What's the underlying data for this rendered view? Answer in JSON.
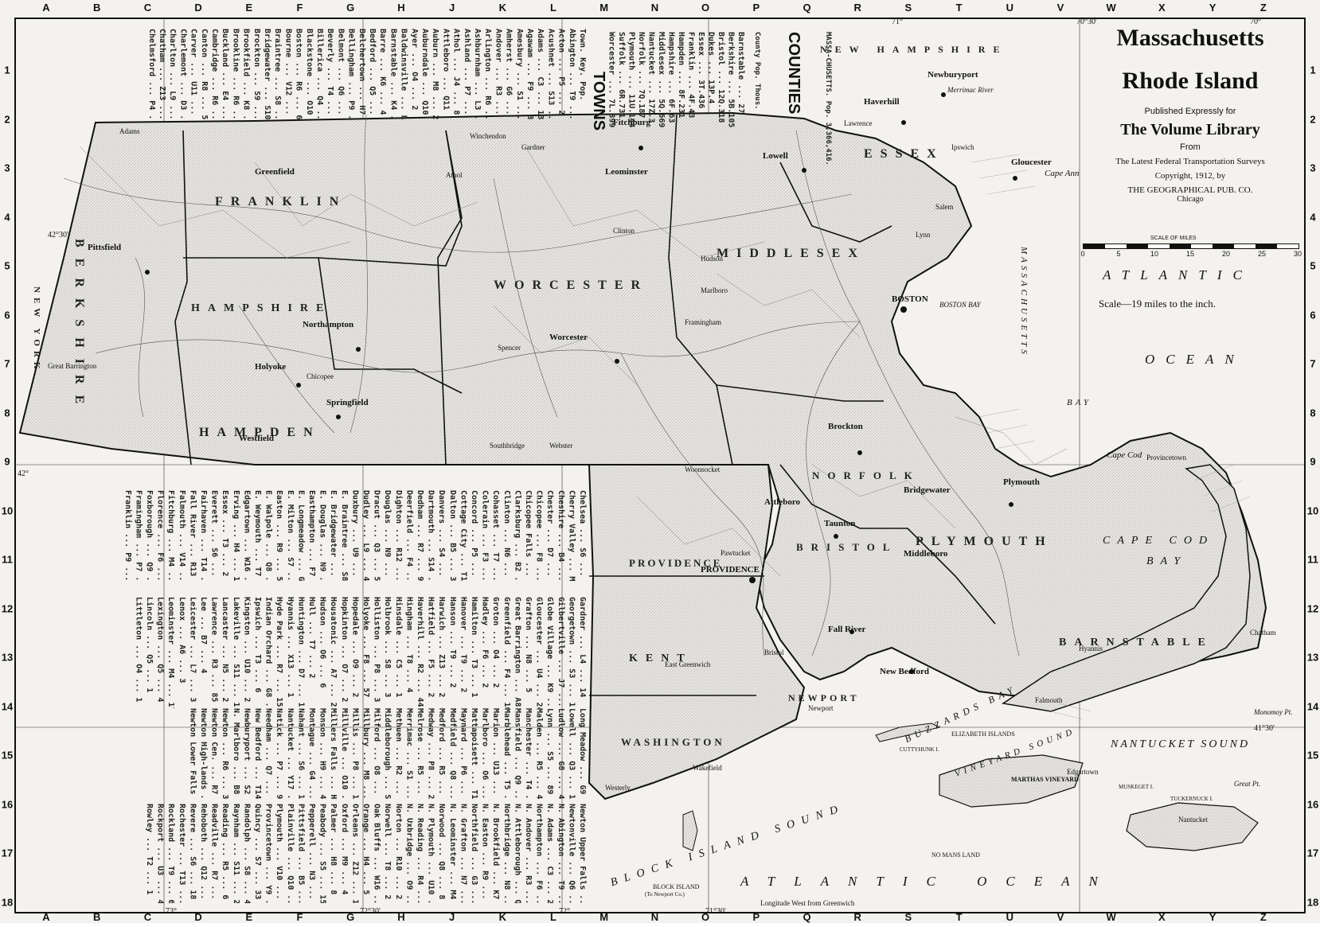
{
  "title": {
    "line1": "Massachusetts",
    "line2": "Rhode Island",
    "published": "Published Expressly for",
    "library": "The Volume Library",
    "from": "From",
    "source": "The Latest Federal Transportation Surveys",
    "copyright": "Copyright, 1912, by",
    "publisher": "THE GEOGRAPHICAL PUB. CO.",
    "city": "Chicago"
  },
  "scale": {
    "label": "SCALE OF MILES",
    "ticks": [
      "0",
      "5",
      "10",
      "15",
      "20",
      "25",
      "30"
    ],
    "text": "Scale—19 miles to the inch."
  },
  "grid": {
    "columns": [
      "A",
      "B",
      "C",
      "D",
      "E",
      "F",
      "G",
      "H",
      "J",
      "K",
      "L",
      "M",
      "N",
      "O",
      "P",
      "Q",
      "R",
      "S",
      "T",
      "U",
      "V",
      "W",
      "X",
      "Y",
      "Z"
    ],
    "rows": [
      "1",
      "2",
      "3",
      "4",
      "5",
      "6",
      "7",
      "8",
      "9",
      "10",
      "11",
      "12",
      "13",
      "14",
      "15",
      "16",
      "17",
      "18"
    ]
  },
  "water": {
    "atlantic_top": "ATLANTIC",
    "ocean_top": "OCEAN",
    "massachusetts_bay": "MASSACHUSETTS",
    "bay": "BAY",
    "cape_cod_bay_1": "CAPE COD",
    "cape_cod_bay_2": "BAY",
    "nantucket_sound": "NANTUCKET SOUND",
    "vineyard_sound": "VINEYARD SOUND",
    "buzzards_bay": "BUZZARDS BAY",
    "block_island_sound": "BLOCK ISLAND SOUND",
    "atlantic_bottom": "ATLANTIC OCEAN",
    "boston_bay": "BOSTON BAY"
  },
  "counties": {
    "essex": "ESSEX",
    "middlesex": "MIDDLESEX",
    "worcester": "WORCESTER",
    "hampshire": "HAMPSHIRE",
    "hampden": "HAMPDEN",
    "berkshire": "BERKSHIRE",
    "franklin": "FRANKLIN",
    "norfolk": "NORFOLK",
    "bristol": "BRISTOL",
    "plymouth": "PLYMOUTH",
    "barnstable": "BARNSTABLE",
    "providence": "PROVIDENCE",
    "kent": "KENT",
    "washington": "WASHINGTON",
    "newport": "NEWPORT",
    "new_york": "NEW YORK",
    "new_hampshire": "NEW HAMPSHIRE"
  },
  "cities": [
    {
      "name": "Pittsfield",
      "bold": true
    },
    {
      "name": "Springfield",
      "bold": true
    },
    {
      "name": "Worcester",
      "bold": true
    },
    {
      "name": "BOSTON",
      "bold": true
    },
    {
      "name": "Lowell",
      "bold": true
    },
    {
      "name": "Fitchburg",
      "bold": true
    },
    {
      "name": "Holyoke",
      "bold": true
    },
    {
      "name": "Northampton",
      "bold": true
    },
    {
      "name": "Fall River",
      "bold": true
    },
    {
      "name": "New Bedford",
      "bold": true
    },
    {
      "name": "Taunton",
      "bold": true
    },
    {
      "name": "Brockton",
      "bold": true
    },
    {
      "name": "PROVIDENCE",
      "bold": true
    },
    {
      "name": "Newburyport",
      "bold": true
    },
    {
      "name": "Haverhill",
      "bold": true
    },
    {
      "name": "Gloucester",
      "bold": true
    },
    {
      "name": "Plymouth",
      "bold": true
    },
    {
      "name": "Attleboro",
      "bold": true
    },
    {
      "name": "Greenfield",
      "bold": true
    },
    {
      "name": "Westfield",
      "bold": true
    },
    {
      "name": "Leominster",
      "bold": true
    },
    {
      "name": "Gardner",
      "bold": false
    },
    {
      "name": "Athol",
      "bold": false
    },
    {
      "name": "Winchendon",
      "bold": false
    },
    {
      "name": "Adams",
      "bold": false
    },
    {
      "name": "Great Barrington",
      "bold": false
    },
    {
      "name": "Middleboro",
      "bold": true
    },
    {
      "name": "Bridgewater",
      "bold": true
    },
    {
      "name": "Framingham",
      "bold": false
    },
    {
      "name": "Lawrence",
      "bold": false
    },
    {
      "name": "Salem",
      "bold": false
    },
    {
      "name": "Lynn",
      "bold": false
    },
    {
      "name": "Newport",
      "bold": false
    },
    {
      "name": "Woonsocket",
      "bold": false
    },
    {
      "name": "Pawtucket",
      "bold": false
    },
    {
      "name": "Webster",
      "bold": false
    },
    {
      "name": "Southbridge",
      "bold": false
    },
    {
      "name": "Spencer",
      "bold": false
    },
    {
      "name": "Chicopee",
      "bold": false
    },
    {
      "name": "Marlboro",
      "bold": false
    },
    {
      "name": "Hudson",
      "bold": false
    },
    {
      "name": "Clinton",
      "bold": false
    },
    {
      "name": "Ipswich",
      "bold": false
    },
    {
      "name": "Provincetown",
      "bold": false
    },
    {
      "name": "Hyannis",
      "bold": false
    },
    {
      "name": "Chatham",
      "bold": false
    },
    {
      "name": "Falmouth",
      "bold": false
    },
    {
      "name": "Edgartown",
      "bold": false
    },
    {
      "name": "Nantucket",
      "bold": false
    },
    {
      "name": "Westerly",
      "bold": false
    },
    {
      "name": "Bristol",
      "bold": false
    },
    {
      "name": "East Greenwich",
      "bold": false
    },
    {
      "name": "Wakefield",
      "bold": false
    }
  ],
  "features": {
    "merrimac_river": "Merrimac River",
    "cape_ann": "Cape Ann",
    "cape_cod": "Cape Cod",
    "monomoy_pt": "Monomoy Pt.",
    "great_pt": "Great Pt.",
    "block_island": "BLOCK ISLAND",
    "block_island_note": "(To Newport Co.)",
    "no_mans_land": "NO MANS LAND",
    "marthas_vineyard": "MARTHAS VINEYARD",
    "elizabeth_islands": "ELIZABETH ISLANDS",
    "cuttyhunk": "CUTTYHUNK I.",
    "muskeget": "MUSKEGET I.",
    "tuckernuck": "TUCKERNUCK I.",
    "longitude_note": "Longitude West from Greenwich",
    "coords": [
      "73°",
      "72°30'",
      "72°",
      "71°30'",
      "71°",
      "70°30'",
      "70°",
      "42°",
      "41°30'",
      "42°30'"
    ]
  },
  "counties_table": {
    "heading": "COUNTIES",
    "subheading": "MASSA-CHUSETTS. Pop. 3,366,416.",
    "cols": "County Pop. Thous.",
    "rows": [
      "Barnstable ... 27",
      "Berkshire ... 5B.105",
      "Bristol ... 12Q.318",
      "Dukes ... 13P.4",
      "Essex ... 3T.436",
      "Franklin ... 4F.43",
      "Hampden ... 8F.231",
      "Hampshire ... 6F.63",
      "Middlesex ... 5Q.669",
      "Nantucket ... 17Z.3",
      "Norfolk ... 7Q.187",
      "Plymouth ... 11U.144",
      "Suffolk ... 6R.731",
      "Worcester ... 7L.399"
    ]
  },
  "towns_heading": "TOWNS",
  "towns_columns": [
    "Town. Key. Pop.",
    "Abington ... T9 ... 5",
    "Acton ... P5 ... 2",
    "Acushnet ... S13 ... 1",
    "Adams ... C3 ... 13",
    "Agawam ... F9 ... 3",
    "Amesbury ... S1 ... 9",
    "Amherst ... G6 ... 5",
    "Andover ... R3 ... 7",
    "Arlington ... R6 ... 11",
    "Ashburnham ... L3 ... 2",
    "Ashland ... P7 ... 1",
    "Athol ... J4 ... 8",
    "Attleboro ... Q11 ... 16",
    "Auburn ... M8 ... 2",
    "Auburndale ... Q10 ... 1",
    "Ayer ... O4 ... 2",
    "Baldwinsville ... L4 ... 1",
    "Barnstable ... K4 ... 4",
    "Barre ... K6 ... 4",
    "Bedford ... Q5 ... 1",
    "Belchertown ... H7 ... 2",
    "Bellingham ... P9 ... 1",
    "Belmont ... Q6 ... 5",
    "Beverly ... T4 ... 18",
    "Billerica ... Q4 ... 2",
    "Blackstone ... O10 ... 5",
    "Boston ... R6 ... 670",
    "Bourne ... V12 ... 2",
    "Braintree ... S8 ... 8",
    "Bridgewater ... S10 ... 8",
    "Brockton ... S9 ... 56",
    "Brookfield ... K8 ... 2",
    "Brookline ... R6 ... 27",
    "Buckland ... E4 ... 1",
    "Cambridge ... R6 ... 104",
    "Canton ... R8 ... 5",
    "Carver ... U11 ... 1",
    "Charlemont ... D3 ... 1",
    "Charlton ... L9 ... 2",
    "Chatham ... Z13 ... 1",
    "Chelmsford ... P4 ... 5"
  ],
  "towns_columns_2": [
    "Chelsea ... S6 ... 32",
    "Cherry Valley ... M7 ... 1",
    "Cheshire ... B4 ... 1",
    "Chester ... D7 ... 1",
    "Chicopee ... F8 ... 25",
    "Chicopee Falls ... F8 ... 6",
    "Clarksburg ... B2 ... 1",
    "Clinton ... N6 ... 13",
    "Cohasset ... T7 ... 2",
    "Colerain ... F3 ... 1",
    "Concord ... P5 ... 6",
    "Cottage City ... T15 ... 1",
    "Dalton ... B5 ... 3",
    "Danvers ... S4 ... 9",
    "Dartmouth ... S14 ... 4",
    "Dedham ... R7 ... 9",
    "Deerfield ... F4 ... 2",
    "Dighton ... R12 ... 2",
    "Douglas ... N9 ... 2",
    "Dracut ... Q3 ... 5",
    "Dudley ... L9 ... 4",
    "Duxbury ... U9 ... 2",
    "E. Braintree ... S8 ... 1",
    "E. Bridgewater ... S10 ... 3",
    "E. Douglas ... N9 ... 1",
    "Easthampton ... F7 ... 8",
    "E. Longmeadow ... G9 ... 1",
    "E. Milton ... S7 ... 2",
    "Easton ... R9 ... 5",
    "E. Walpole ... Q8 ... 1",
    "E. Weymouth ... T7 ... 3",
    "Edgartown ... W16 ... 1",
    "Erving ... H4 ... 1",
    "Essex ... T3 ... 2",
    "Everett ... S6 ... 33",
    "Fairhaven ... T14 ... 5",
    "Fall River ... R13 ... 119",
    "Falmouth ... V14 ... 3",
    "Fitchburg ... M4 ... 37",
    "Florence ... F6 ... 2",
    "Foxborough ... Q9 ... 3",
    "Framingham ... P7 ... 12",
    "Franklin ... P9 ... 6"
  ],
  "towns_columns_3": [
    "Gardner ... L4 ... 14",
    "Georgetown ... S3 ... 1",
    "Gilbertville ... J7 ... 1",
    "Globe Village ... K9 ... 3",
    "Gloucester ... U4 ... 24",
    "Grafton ... N8 ... 5",
    "Great Barrington ... A8 ... 5",
    "Greenfield ... F4 ... 10",
    "Groton ... O4 ... 2",
    "Hadley ... F6 ... 2",
    "Hamilton ... T3 ... 1",
    "Hanover ... T9 ... 2",
    "Hanson ... T9 ... 2",
    "Harwich ... Z13 ... 2",
    "Hatfield ... F5 ... 2",
    "Haverhill ... R2 ... 44",
    "Hingham ... T8 ... 4",
    "Hinsdale ... C5 ... 1",
    "Holbrook ... S8 ... 3",
    "Holliston ... P8 ... 3",
    "Holyoke ... F8 ... 57",
    "Hopedale ... O9 ... 2",
    "Hopkinton ... O7 ... 2",
    "Housatonic ... A7 ... 2",
    "Hudson ... O6 ... 6",
    "Hull ... T7 ... 2",
    "Huntington ... D7 ... 1",
    "Hyannis ... X13 ... 1",
    "Hyde Park ... R7 ... 15",
    "Indian Orchard ... G8 ... 3",
    "Ipswich ... T3 ... 6",
    "Kingston ... U10 ... 2",
    "Lakeville ... S11 ... 1",
    "Lancaster ... N5 ... 2",
    "Lawrence ... R3 ... 85",
    "Lee ... B7 ... 4",
    "Leicester ... L7 ... 3",
    "Lenox ... A6 ... 3",
    "Leominster ... M4 ... 17",
    "Lexington ... Q5 ... 4",
    "Lincoln ... Q5 ... 1",
    "Littleton ... O4 ... 1"
  ],
  "towns_columns_4": [
    "Long Meadow ... G9 ... 1",
    "Lowell ... Q3 ... 106",
    "Ludlow ... G8 ... 4",
    "Lynn ... S5 ... 89",
    "Malden ... R5 ... 44",
    "Manchester ... T4 ... 3",
    "Mansfield ... Q9 ... 5",
    "Marblehead ... T5 ... 7",
    "Marion ... U13 ... 1",
    "Marlboro ... O6 ... 14",
    "Mattapoisett ... T13 ... 1",
    "Maynard ... P6 ... 6",
    "Medfield ... Q8 ... 4",
    "Medford ... R5 ... 23",
    "Medway ... P8 ... 2",
    "Melrose ... R5 ... 15",
    "Merrimac ... S1 ... 2",
    "Methuen ... R2 ... 11",
    "Middleborough ... S11 ... 8",
    "Milford ... O8 ... 13",
    "Millbury ... M8 ... 4",
    "Millis ... P8 ... 1",
    "Millville ... O10 ... 2",
    "Millers Falls ... H4 ... 2",
    "Monson ... H9 ... 4",
    "Montague ... G4 ... 6",
    "Nahant ... S6 ... 1",
    "Nantucket ... Y17 ... 3",
    "Natick ... P7 ... 9",
    "Needham ... Q7 ... 5",
    "New Bedford ... T14 ... 96",
    "Newburyport ... S2 ... 14",
    "N. Marlboro ... B8 ... 1",
    "Newton ... R6 ... 39",
    "Newton Cen. ... R7 ... 4",
    "Newton High-lands ... R7 ... 3",
    "Newton Lower Falls ... P6 ... 2"
  ],
  "towns_columns_5": [
    "Newton Upper Falls ... Q7 ... 2",
    "Newtonville ... Q6 ... 4",
    "N. Abington ... T9 ... 3",
    "N. Adams ... C3 ... 22",
    "Northampton ... F6 ... 19",
    "N. Andover ... R3 ... 5",
    "N. Attleborough ... Q10 ... 9",
    "Northbridge ... N8 ... 8",
    "N. Brookfield ... K7 ... 3",
    "N. Easton ... R9 ... 3",
    "Northfield ... G3 ... 1",
    "N. Grafton ... N7 ... 2",
    "N. Leominster ... M4 ... 2",
    "Norwood ... Q8 ... 8",
    "N. Plymouth ... U10 ... 1",
    "N. Reading ... R4 ... 1",
    "N. Uxbridge ... O9 ... 1",
    "Norton ... R10 ... 2",
    "Norwell ... T8 ... 2",
    "Oak Bluffs ... W16 ... 1",
    "Orange ... H4 ... 5",
    "Orleans ... Z12 ... 1",
    "Oxford ... M9 ... 4",
    "Palmer ... H8 ... 8",
    "Peabody ... S5 ... 15",
    "Pepperell ... N3 ... 3",
    "Pittsfield ... B5 ... 32",
    "Plainville ... Q10 ... 1",
    "Plymouth ... V10 ... 12",
    "Provincetown ... Y9 ... 4",
    "Quincy ... S7 ... 33",
    "Randolph ... S8 ... 4",
    "Raynham ... S11 ... 2",
    "Reading ... R5 ... 6",
    "Readville ... R7 ... 2",
    "Rehoboth ... Q12 ... 2",
    "Revere ... S6 ... 18",
    "Rochester ... T13 ... 1",
    "Rockland ... T9 ... 6",
    "Rockport ... U3 ... 4",
    "Rowley ... T2 ... 1"
  ]
}
